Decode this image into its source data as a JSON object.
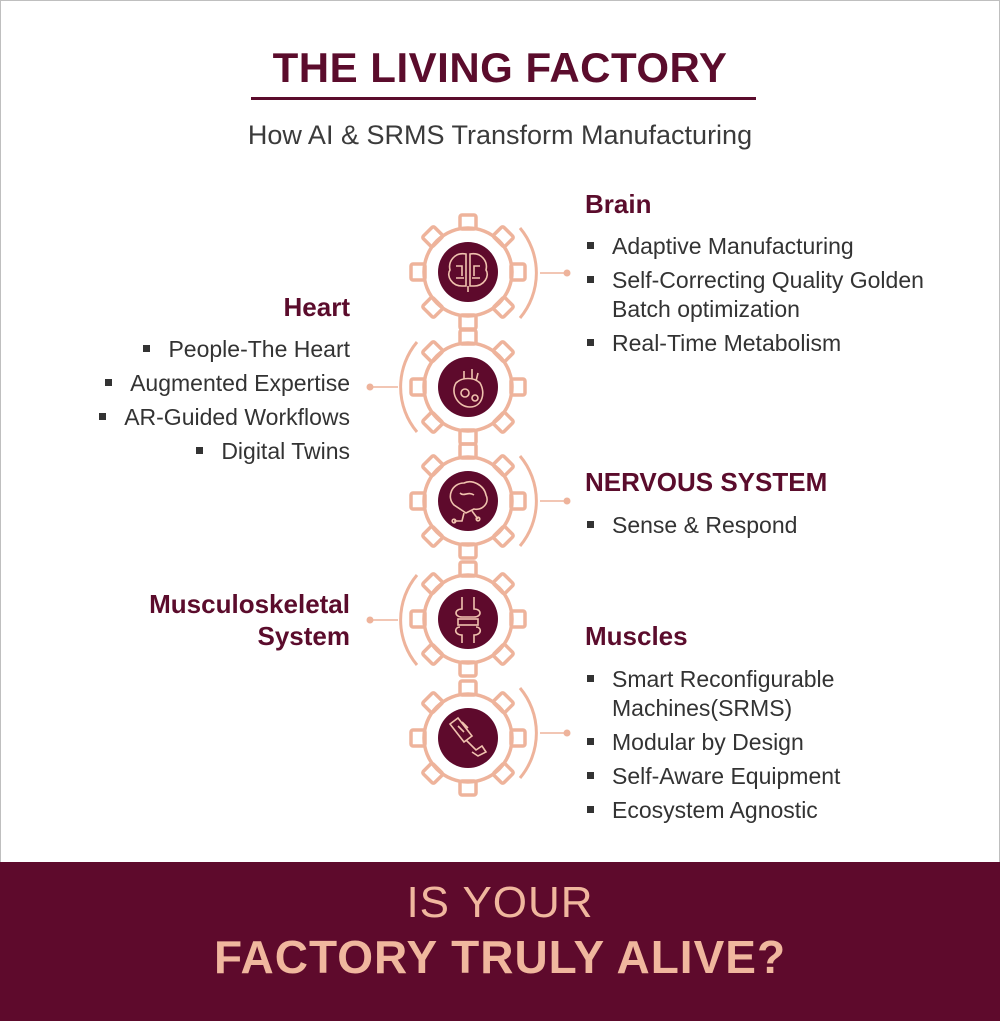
{
  "header": {
    "title": "THE LIVING FACTORY",
    "subtitle": "How AI & SRMS Transform Manufacturing"
  },
  "sections": {
    "brain": {
      "heading": "Brain",
      "items": [
        "Adaptive Manufacturing",
        "Self-Correcting Quality Golden Batch optimization",
        "Real-Time Metabolism"
      ]
    },
    "heart": {
      "heading": "Heart",
      "items": [
        "People-The Heart",
        "Augmented Expertise",
        "AR-Guided Workflows",
        "Digital Twins"
      ]
    },
    "nervous": {
      "heading": "NERVOUS SYSTEM",
      "items": [
        "Sense & Respond"
      ]
    },
    "musculoskeletal": {
      "heading_line1": "Musculoskeletal",
      "heading_line2": "System"
    },
    "muscles": {
      "heading": "Muscles",
      "items": [
        "Smart Reconfigurable Machines(SRMS)",
        "Modular by Design",
        "Self-Aware Equipment",
        "Ecosystem Agnostic"
      ]
    }
  },
  "gears": [
    {
      "icon": "brain-circuit-icon"
    },
    {
      "icon": "heart-gear-icon"
    },
    {
      "icon": "brain-network-icon"
    },
    {
      "icon": "knee-joint-icon"
    },
    {
      "icon": "robotic-arm-icon"
    }
  ],
  "banner": {
    "line1": "IS YOUR",
    "line2": "FACTORY TRULY ALIVE?"
  },
  "colors": {
    "brand": "#5b0c2c",
    "accent": "#f0b79e",
    "gear_stroke": "#eeb39b",
    "text": "#333333"
  }
}
